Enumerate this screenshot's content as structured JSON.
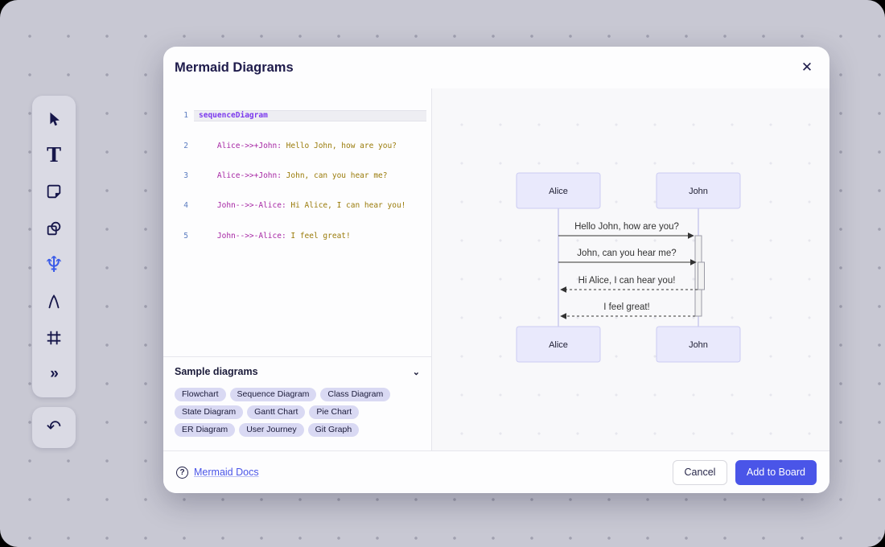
{
  "modal": {
    "title": "Mermaid Diagrams",
    "close_glyph": "✕"
  },
  "editor": {
    "lines": [
      {
        "n": "1",
        "keyword": "sequenceDiagram"
      },
      {
        "n": "2",
        "head": "    Alice->>+John:",
        "tail": " Hello John, how are you?"
      },
      {
        "n": "3",
        "head": "    Alice->>+John:",
        "tail": " John, can you hear me?"
      },
      {
        "n": "4",
        "head": "    John-->>-Alice:",
        "tail": " Hi Alice, I can hear you!"
      },
      {
        "n": "5",
        "head": "    John-->>-Alice:",
        "tail": " I feel great!"
      }
    ]
  },
  "samples": {
    "title": "Sample diagrams",
    "chevron_glyph": "⌄",
    "chips": [
      "Flowchart",
      "Sequence Diagram",
      "Class Diagram",
      "State Diagram",
      "Gantt Chart",
      "Pie Chart",
      "ER Diagram",
      "User Journey",
      "Git Graph"
    ]
  },
  "footer": {
    "help_glyph": "?",
    "docs_label": "Mermaid Docs",
    "cancel_label": "Cancel",
    "add_label": "Add to Board"
  },
  "toolbar": {
    "tools": [
      "select",
      "text",
      "sticky-note",
      "shapes",
      "mermaid",
      "pen",
      "frame",
      "more"
    ],
    "active_tool": "mermaid",
    "text_glyph": "T",
    "trident_glyph": "♆",
    "more_glyph": "»",
    "undo_glyph": "↶",
    "active_color": "#3a5be8"
  },
  "diagram": {
    "actor_left": "Alice",
    "actor_right": "John",
    "messages": [
      "Hello John, how are you?",
      "John, can you hear me?",
      "Hi Alice, I can hear you!",
      "I feel great!"
    ]
  },
  "colors": {
    "primary_button": "#4a55e8",
    "chip_bg": "#d9d9f3",
    "canvas_bg": "#c8c8d3",
    "actor_box_fill": "#e9e9fc",
    "code_keyword": "#7c3aed",
    "code_actor": "#a626a4",
    "code_message": "#9a7b0a"
  }
}
